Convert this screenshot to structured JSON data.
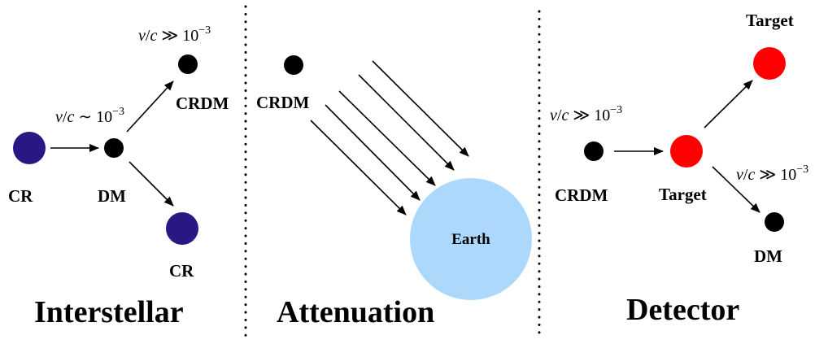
{
  "colors": {
    "cosmic_ray": "#2b1784",
    "dark_matter": "#000000",
    "target": "#ff0000",
    "earth": "#acd8fb"
  },
  "interstellar": {
    "title": "Interstellar",
    "cr_label": "CR",
    "dm_label": "DM",
    "crdm_label": "CRDM",
    "cr_out_label": "CR",
    "velocity_in": {
      "v": "v",
      "c": "c",
      "rel": " ∼ 10",
      "exp": "−3"
    },
    "velocity_out": {
      "v": "v",
      "c": "c",
      "rel": " ≫ 10",
      "exp": "−3"
    }
  },
  "attenuation": {
    "title": "Attenuation",
    "crdm_label": "CRDM",
    "earth_label": "Earth"
  },
  "detector": {
    "title": "Detector",
    "crdm_label": "CRDM",
    "target_label": "Target",
    "target_out_label": "Target",
    "dm_label": "DM",
    "velocity_in": {
      "v": "v",
      "c": "c",
      "rel": " ≫ 10",
      "exp": "−3"
    },
    "velocity_out": {
      "v": "v",
      "c": "c",
      "rel": " ≫ 10",
      "exp": "−3"
    }
  }
}
